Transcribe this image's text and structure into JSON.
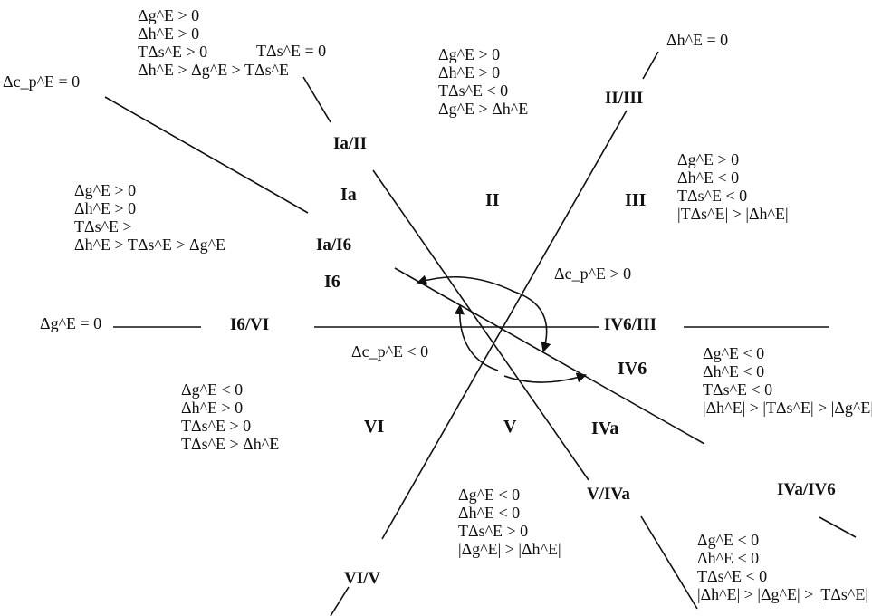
{
  "zero_lines": {
    "cp": "Δc_p^E = 0",
    "ts": "TΔs^E = 0",
    "h": "Δh^E = 0",
    "g": "Δg^E = 0"
  },
  "boundaries": {
    "ia_ii": "Ia/II",
    "ia_i6": "Ia/I6",
    "ii_iii": "II/III",
    "i6_vi": "I6/VI",
    "iv6_iii": "IV6/III",
    "v_iva": "V/IVa",
    "iva_iv6": "IVa/IV6",
    "vi_v": "VI/V"
  },
  "regions": {
    "ia": "Ia",
    "ii": "II",
    "iii": "III",
    "i6": "I6",
    "iv6": "IV6",
    "iva": "IVa",
    "v": "V",
    "vi": "VI"
  },
  "heat_capacity": {
    "positive": "Δc_p^E > 0",
    "negative": "Δc_p^E < 0"
  },
  "conditions": {
    "top_left": [
      "Δg^E > 0",
      "Δh^E > 0",
      "TΔs^E > 0",
      "Δh^E > Δg^E > TΔs^E"
    ],
    "top_middle": [
      "Δg^E > 0",
      "Δh^E > 0",
      "TΔs^E < 0",
      "Δg^E > Δh^E"
    ],
    "right_upper": [
      "Δg^E > 0",
      "Δh^E < 0",
      "TΔs^E < 0",
      "|TΔs^E| > |Δh^E|"
    ],
    "left_upper": [
      "Δg^E > 0",
      "Δh^E > 0",
      "TΔs^E >",
      "Δh^E > TΔs^E > Δg^E"
    ],
    "right_middle": [
      "Δg^E < 0",
      "Δh^E < 0",
      "TΔs^E < 0",
      "|Δh^E| > |TΔs^E| > |Δg^E|"
    ],
    "left_lower": [
      "Δg^E < 0",
      "Δh^E > 0",
      "TΔs^E > 0",
      "TΔs^E > Δh^E"
    ],
    "bottom_middle": [
      "Δg^E < 0",
      "Δh^E < 0",
      "TΔs^E > 0",
      "|Δg^E| > |Δh^E|"
    ],
    "bottom_right": [
      "Δg^E < 0",
      "Δh^E < 0",
      "TΔs^E < 0",
      "|Δh^E| > |Δg^E| > |TΔs^E|"
    ]
  }
}
